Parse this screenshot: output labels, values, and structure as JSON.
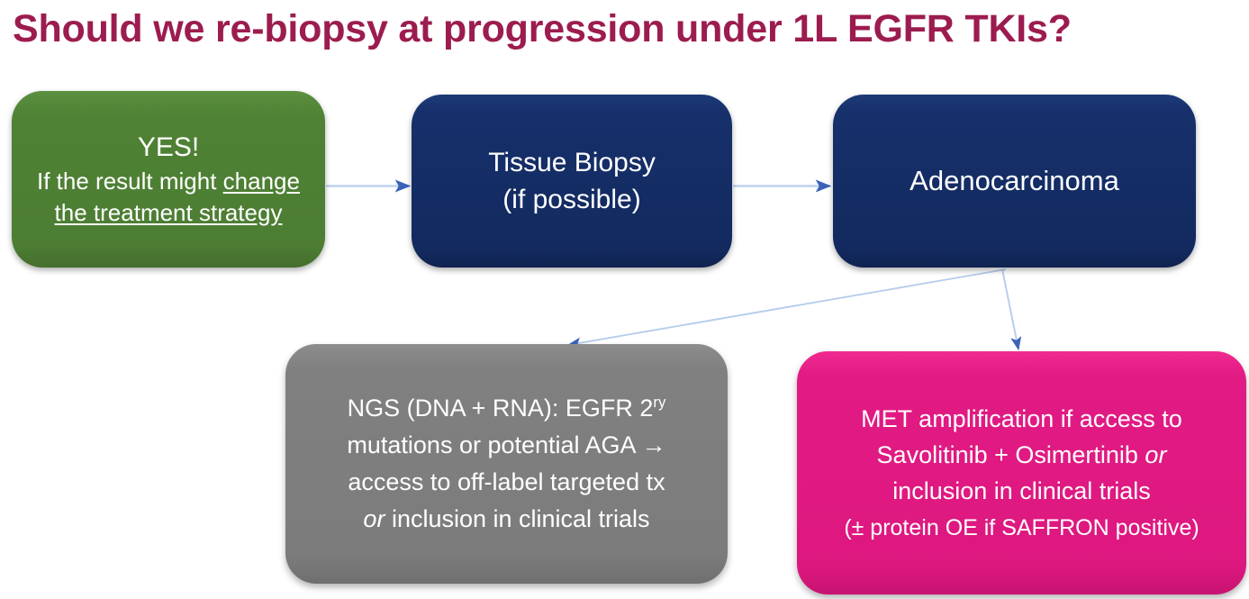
{
  "slide": {
    "title": "Should we re-biopsy at progression under 1L EGFR TKIs?",
    "title_color": "#9c1c4f",
    "background_color": "#ffffff"
  },
  "nodes": {
    "yes": {
      "name": "yes-decision-box",
      "color": "#4f8234",
      "line1": "YES!",
      "line2_plain": "If the result might ",
      "line2_underlined": "change",
      "line3_underlined": "the treatment strategy"
    },
    "biopsy": {
      "name": "tissue-biopsy-box",
      "color": "#16306b",
      "line1": "Tissue Biopsy",
      "line2": "(if possible)"
    },
    "adeno": {
      "name": "adenocarcinoma-box",
      "color": "#16306b",
      "line1": "Adenocarcinoma"
    },
    "ngs": {
      "name": "ngs-panel-box",
      "color": "#808080",
      "line1_a": "NGS (DNA + RNA): EGFR 2",
      "line1_sup": "ry",
      "line2": "mutations or potential AGA →",
      "line3": "access to off-label targeted tx",
      "line4_italic": "or",
      "line4_rest": " inclusion in clinical trials"
    },
    "met": {
      "name": "met-amplification-box",
      "color": "#e21b84",
      "line1": "MET amplification if access to",
      "line2_a": "Savolitinib + Osimertinib ",
      "line2_italic": "or",
      "line3": "inclusion in clinical trials",
      "line4": "(± protein OE if SAFFRON positive)"
    }
  },
  "connectors": {
    "color": "#aec6e8",
    "arrowhead_color": "#4472c4",
    "items": [
      {
        "name": "arrow-yes-to-biopsy",
        "from": "yes",
        "to": "biopsy"
      },
      {
        "name": "arrow-biopsy-to-adenocarcinoma",
        "from": "biopsy",
        "to": "adeno"
      },
      {
        "name": "arrow-adenocarcinoma-to-ngs",
        "from": "adeno",
        "to": "ngs"
      },
      {
        "name": "arrow-adenocarcinoma-to-met",
        "from": "adeno",
        "to": "met"
      }
    ]
  }
}
